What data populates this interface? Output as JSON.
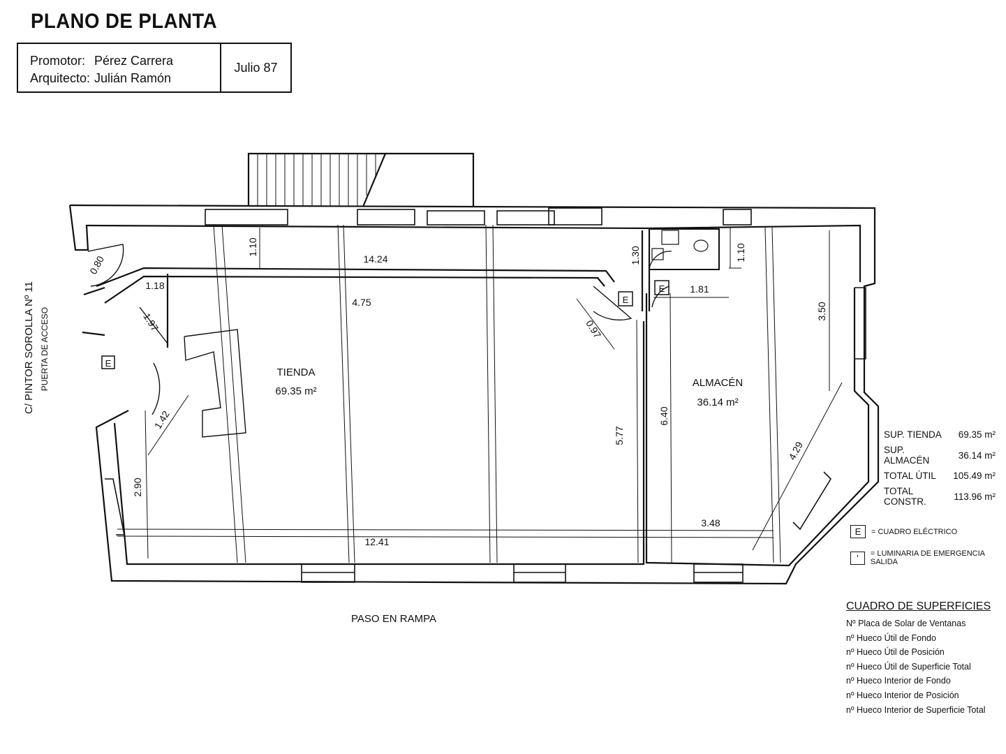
{
  "title": "PLANO DE PLANTA",
  "info": {
    "promotor_label": "Promotor:",
    "promotor": "Pérez Carrera",
    "arquitecto_label": "Arquitecto:",
    "arquitecto": "Julián Ramón",
    "fecha": "Julio 87"
  },
  "street": "C/ PINTOR SOROLLA Nº 11",
  "entrance": "PUERTA DE ACCESO",
  "ramp": "PASO EN RAMPA",
  "rooms": {
    "tienda": {
      "name": "TIENDA",
      "area": "69.35 m²"
    },
    "almacen": {
      "name": "ALMACÉN",
      "area": "36.14 m²"
    }
  },
  "dimensions": {
    "d080": "0.80",
    "d110a": "1.10",
    "d1424": "14.24",
    "d130": "1.30",
    "d110b": "1.10",
    "d118": "1.18",
    "d475": "4.75",
    "d197": "1.97",
    "d181": "1.81",
    "d350": "3.50",
    "d097": "0.97",
    "d640": "6.40",
    "d577": "5.77",
    "d142": "1.42",
    "d290": "2.90",
    "d429": "4.29",
    "d348": "3.48",
    "d1241": "12.41"
  },
  "symbol_e": "E",
  "summary": [
    {
      "label": "SUP. TIENDA",
      "value": "69.35 m²"
    },
    {
      "label": "SUP. ALMACÉN",
      "value": "36.14 m²"
    },
    {
      "label": "TOTAL ÚTIL",
      "value": "105.49 m²"
    },
    {
      "label": "TOTAL CONSTR.",
      "value": "113.96 m²"
    }
  ],
  "legend": {
    "electric": "= CUADRO ELÉCTRICO",
    "emergency": "= LUMINARIA DE EMERGENCIA SALIDA",
    "emergency_symbol": "'"
  },
  "cuadro": {
    "heading": "CUADRO DE SUPERFICIES",
    "items": [
      "Nº Placa de Solar de Ventanas",
      "nº Hueco Útil de Fondo",
      "nº Hueco Útil de Posición",
      "nº Hueco Útil de Superficie Total",
      "nº Hueco Interior de Fondo",
      "nº Hueco Interior de Posición",
      "nº Hueco Interior de Superficie Total"
    ]
  }
}
